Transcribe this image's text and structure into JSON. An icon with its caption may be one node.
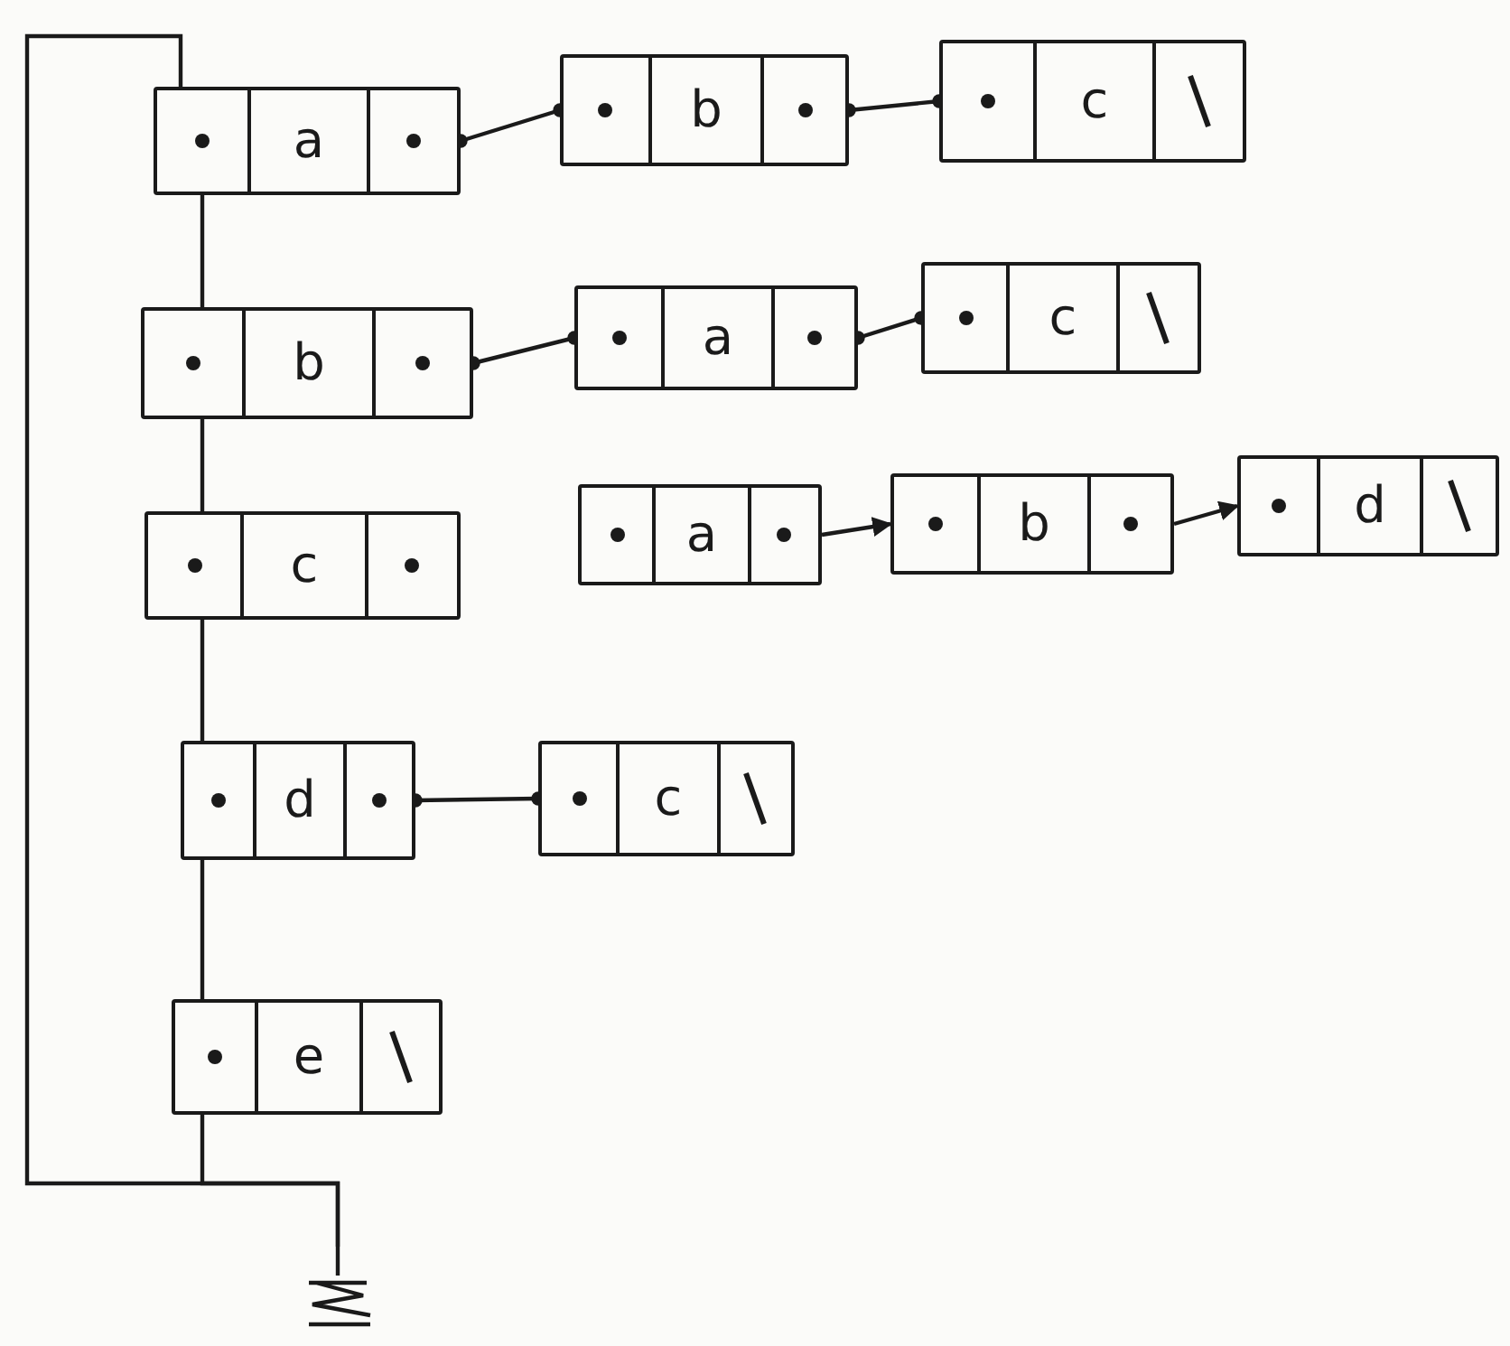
{
  "diagram": {
    "nodes": [
      {
        "text": [
          "a"
        ]
      },
      {
        "text": [
          "b"
        ]
      },
      {
        "text": [
          "c"
        ]
      },
      {
        "text": [
          "b"
        ]
      },
      {
        "text": [
          "a"
        ]
      },
      {
        "text": [
          "c"
        ]
      },
      {
        "text": [
          "c"
        ]
      },
      {
        "text": [
          "a"
        ]
      },
      {
        "text": [
          "b"
        ]
      },
      {
        "text": [
          "d"
        ]
      },
      {
        "text": [
          "d"
        ]
      },
      {
        "text": [
          "c"
        ]
      },
      {
        "text": [
          "e"
        ]
      },
      {
        "text": [],
        "shape": "ground"
      }
    ],
    "edges": [
      {
        "from": 0,
        "to": 1,
        "arrow": "other"
      },
      {
        "from": 1,
        "to": 2,
        "arrow": "other"
      },
      {
        "from": 3,
        "to": 4,
        "arrow": "other"
      },
      {
        "from": 4,
        "to": 5,
        "arrow": "other"
      },
      {
        "from": 7,
        "to": 8,
        "arrow": "to"
      },
      {
        "from": 8,
        "to": 9,
        "arrow": "to"
      },
      {
        "from": 10,
        "to": 11,
        "arrow": "other"
      },
      {
        "from": 0,
        "to": 3,
        "arrow": "none"
      },
      {
        "from": 3,
        "to": 6,
        "arrow": "none"
      },
      {
        "from": 6,
        "to": 10,
        "arrow": "none"
      },
      {
        "from": 10,
        "to": 12,
        "arrow": "none"
      },
      {
        "from": 12,
        "to": 13,
        "arrow": "none"
      },
      {
        "from": 0,
        "to": 13,
        "arrow": "none"
      }
    ]
  }
}
